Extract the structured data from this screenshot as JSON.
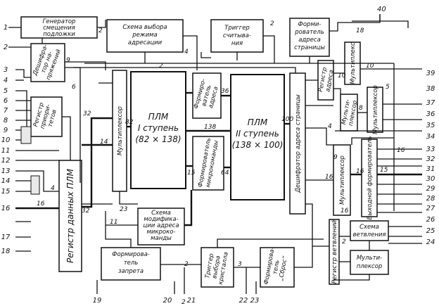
{
  "blocks": {
    "gen": {
      "lines": [
        "Генератор",
        "смещения",
        "подложки"
      ]
    },
    "desh_nap": {
      "lines": [
        "Дешифра-",
        "тор на-",
        "пряжений"
      ]
    },
    "reg_prio": {
      "lines": [
        "Регистр",
        "приори-",
        "тетов"
      ]
    },
    "reg_data": {
      "lines": [
        "Регистр данных ПЛМ"
      ]
    },
    "schema_vybora": {
      "lines": [
        "Схема выбора",
        "режима",
        "адресации"
      ]
    },
    "trig_sch": {
      "lines": [
        "Триггер",
        "считыва-",
        "ния"
      ]
    },
    "form_str": {
      "lines": [
        "Форми-",
        "рователь",
        "адреса",
        "страницы"
      ]
    },
    "mux1": {
      "lines": [
        "Мультиплексор"
      ]
    },
    "plm1": {
      "lines": [
        "ПЛМ",
        "I ступень",
        "(82 × 138)"
      ]
    },
    "form_adr": {
      "lines": [
        "Формиро-",
        "ватель",
        "адреса"
      ]
    },
    "form_mk": {
      "lines": [
        "Формирователь",
        "микрокоманды"
      ]
    },
    "plm2": {
      "lines": [
        "ПЛМ",
        "II ступень",
        "(138 × 100)"
      ]
    },
    "desh_str": {
      "lines": [
        "Дешифратор адреса страницы"
      ]
    },
    "mod": {
      "lines": [
        "Схема",
        "модифика-",
        "ции адреса",
        "микроко-",
        "манды"
      ]
    },
    "reg_adr": {
      "lines": [
        "Регистр",
        "адреса"
      ]
    },
    "mux_top": {
      "lines": [
        "Мультиплекс"
      ]
    },
    "mux_small": {
      "lines": [
        "Мульти-",
        "плексор"
      ]
    },
    "mux_r": {
      "lines": [
        "Мультиплексор"
      ]
    },
    "mux2": {
      "lines": [
        "Мультиплексор"
      ]
    },
    "vyh_form": {
      "lines": [
        "Выходной формирователь"
      ]
    },
    "vetv": {
      "lines": [
        "Схема",
        "ветвления"
      ]
    },
    "reg_vetv": {
      "lines": [
        "Регистр ветвлений"
      ]
    },
    "mux3": {
      "lines": [
        "Мульти-",
        "плексор"
      ]
    },
    "form_zap": {
      "lines": [
        "Формирова-",
        "тель",
        "запрета"
      ]
    },
    "trig_kr": {
      "lines": [
        "Триггер",
        "выбора",
        "кристалла"
      ]
    },
    "form_sbros": {
      "lines": [
        "Формирова-",
        "тель",
        "„Сброс“"
      ]
    }
  },
  "pins_left": [
    "1",
    "2",
    "3",
    "4",
    "5",
    "6",
    "7",
    "8",
    "9",
    "10",
    "11",
    "12",
    "13",
    "14",
    "15",
    "16",
    "17",
    "18"
  ],
  "pins_right": [
    "39",
    "38",
    "37",
    "36",
    "35",
    "34",
    "33",
    "32",
    "31",
    "30",
    "29",
    "28",
    "27",
    "26",
    "25",
    "24"
  ],
  "pins_bottom": [
    "19",
    "20",
    "21",
    "22",
    "23"
  ],
  "pin_top": "40",
  "bus_labels": {
    "b16a": "16",
    "b16b": "16",
    "b32a": "32",
    "b32b": "32",
    "b14": "14",
    "b82": "82",
    "b138": "138",
    "b100": "100",
    "b36": "36",
    "b64": "64",
    "b15": "15",
    "b16c": "16",
    "b16d": "16",
    "b23": "23",
    "b11": "11",
    "b9": "9",
    "b6": "6",
    "b4": "4",
    "b2a": "2",
    "b2b": "2",
    "b2c": "2",
    "b4b": "4",
    "b10": "10",
    "b8": "8",
    "b4c": "4",
    "b9b": "9",
    "b16e": "16",
    "b15b": "15",
    "b2d": "2",
    "b3": "3",
    "b2e": "2",
    "b5": "5",
    "b10b": "10",
    "b18": "18",
    "b2f": "2"
  }
}
